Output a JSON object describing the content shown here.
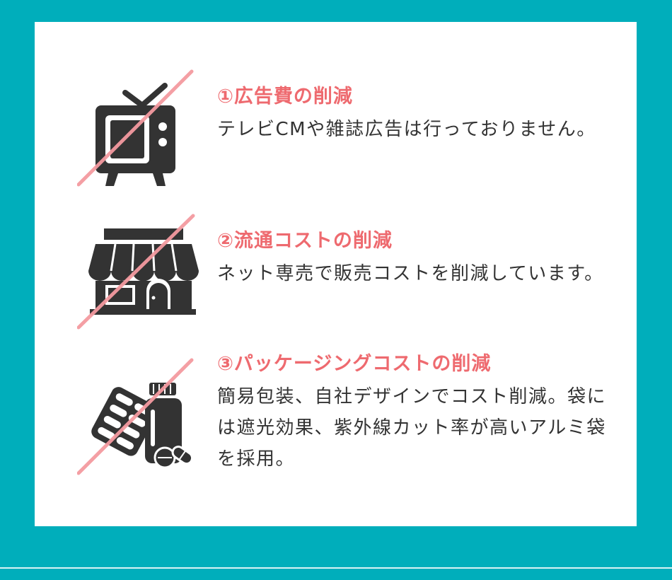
{
  "colors": {
    "background": "#00aebb",
    "card": "#ffffff",
    "title": "#ee6a6f",
    "text": "#333333",
    "icon": "#333333",
    "slash": "#f49aa0"
  },
  "items": [
    {
      "icon": "tv-icon",
      "title": "①広告費の削減",
      "description": "テレビCMや雑誌広告は行っておりません。"
    },
    {
      "icon": "store-icon",
      "title": "②流通コストの削減",
      "description": "ネット専売で販売コストを削減しています。"
    },
    {
      "icon": "medicine-icon",
      "title": "③パッケージングコストの削減",
      "description": "簡易包装、自社デザインでコスト削減。袋には遮光効果、紫外線カット率が高いアルミ袋を採用。"
    }
  ]
}
